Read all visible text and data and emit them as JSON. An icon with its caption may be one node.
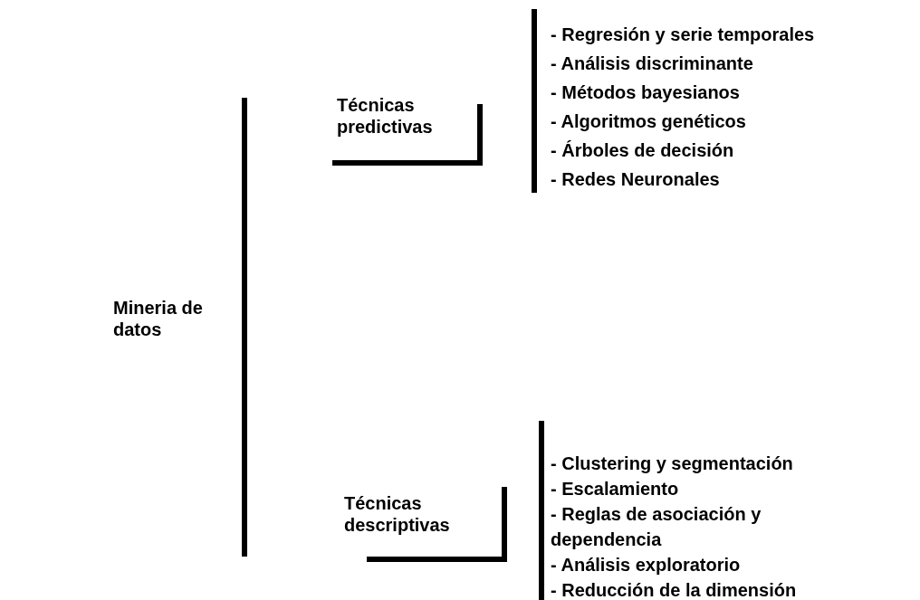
{
  "diagram": {
    "nodes": [
      {
        "text": [
          "Mineria de datos"
        ]
      },
      {
        "text": [
          "Técnicas predictivas"
        ]
      },
      {
        "text": [
          "Técnicas descriptivas"
        ]
      }
    ],
    "labels": [
      "- Regresión y serie temporales",
      "- Análisis discriminante",
      "- Métodos bayesianos",
      "- Algoritmos genéticos",
      "- Árboles de decisión",
      "- Redes Neuronales",
      "- Clustering y segmentación",
      "- Escalamiento",
      "- Reglas de asociación y dependencia",
      "- Análisis exploratorio",
      "- Reducción de la dimensión"
    ]
  }
}
